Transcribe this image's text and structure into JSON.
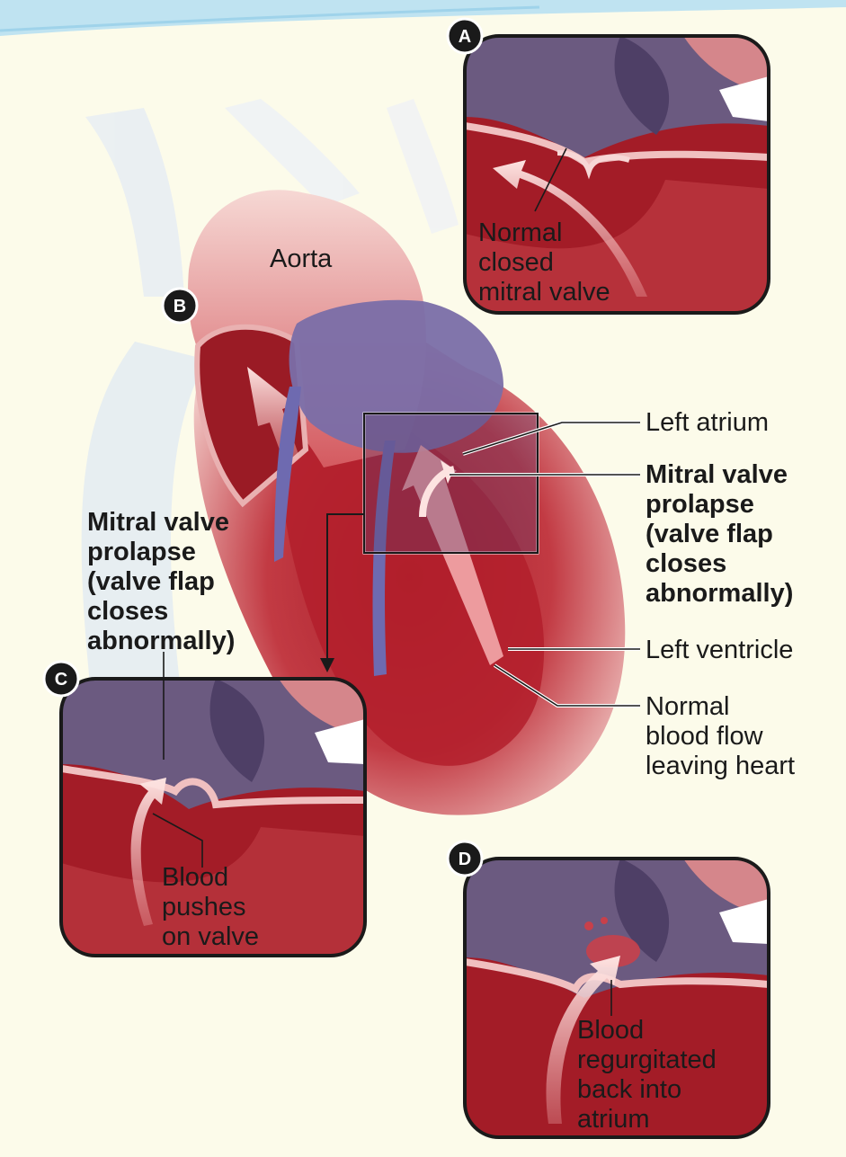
{
  "labels": {
    "aorta": "Aorta",
    "left_atrium": "Left atrium",
    "mvp_right": [
      "Mitral valve",
      "prolapse",
      "(valve flap",
      "closes",
      "abnormally)"
    ],
    "mvp_left": [
      "Mitral valve",
      "prolapse",
      "(valve flap",
      "closes",
      "abnormally)"
    ],
    "left_ventricle": "Left ventricle",
    "normal_flow": [
      "Normal",
      "blood flow",
      "leaving heart"
    ],
    "panel_a": [
      "Normal",
      "closed",
      "mitral valve"
    ],
    "panel_c": [
      "Blood",
      "pushes",
      "on valve"
    ],
    "panel_d": [
      "Blood",
      "regurgitated",
      "back into",
      "atrium"
    ]
  },
  "badges": {
    "a": "A",
    "b": "B",
    "c": "C",
    "d": "D"
  },
  "colors": {
    "background": "#fcfbea",
    "muscle_dark": "#9e1b24",
    "muscle_mid": "#c4323c",
    "atrium_purple": "#6e5a86",
    "vessel_blue": "#7470b8",
    "panel_border": "#1a1a1a"
  }
}
